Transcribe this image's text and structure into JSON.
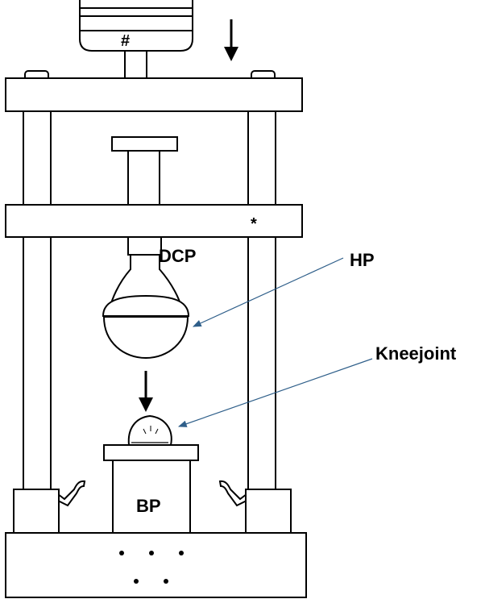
{
  "labels": {
    "dcp": "DCP",
    "hp": "HP",
    "kneejoint": "Kneejoint",
    "bp": "BP",
    "hash": "#",
    "asterisk": "*"
  },
  "colors": {
    "outline": "#000000",
    "pointer": "#2f5f8a",
    "background": "#ffffff"
  }
}
